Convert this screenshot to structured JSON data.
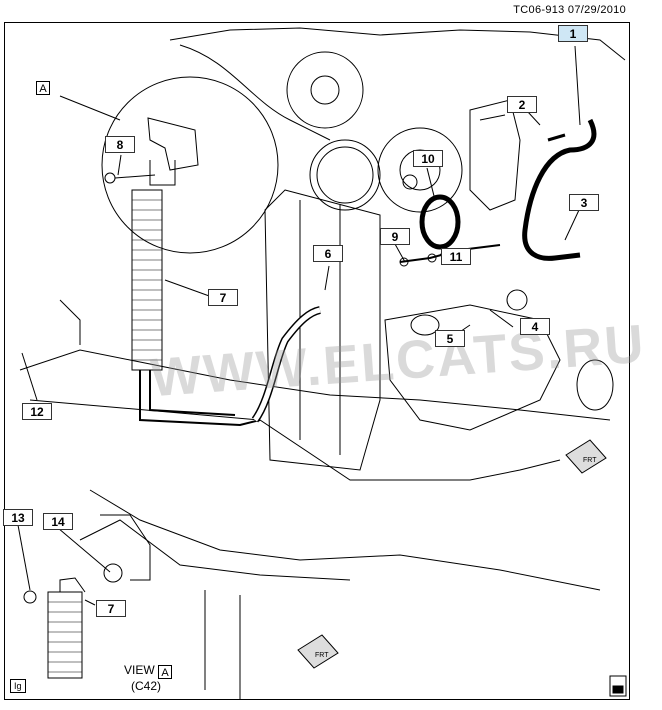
{
  "doc_code": "TC06-913  07/29/2010",
  "view": {
    "label": "VIEW",
    "tag": "A",
    "code": "(C42)"
  },
  "view_tag_main": "A",
  "ig_label": "Ig",
  "watermark": "WWW.ELCATS.RU",
  "fwd": "FRT",
  "callouts": {
    "c1": "1",
    "c2": "2",
    "c3": "3",
    "c4": "4",
    "c5": "5",
    "c6": "6",
    "c7": "7",
    "c8": "8",
    "c9": "9",
    "c10": "10",
    "c11": "11",
    "c12": "12",
    "c13": "13",
    "c14": "14",
    "c7b": "7"
  },
  "highlight_color": "#cfe7f5"
}
